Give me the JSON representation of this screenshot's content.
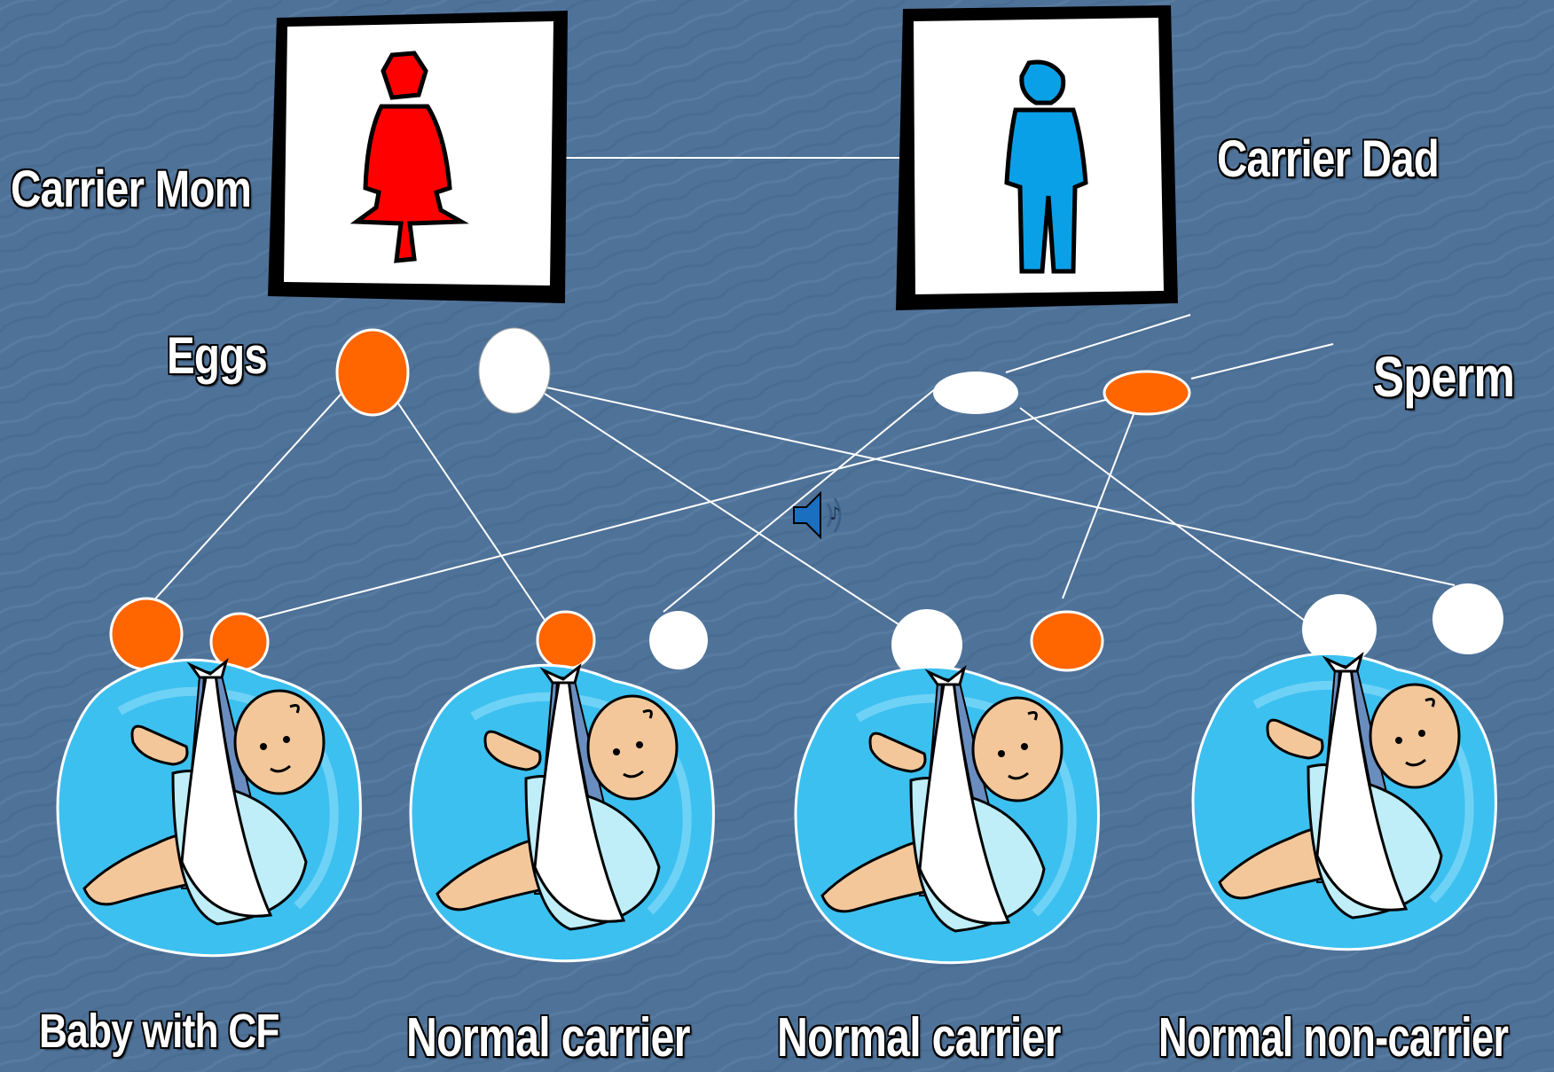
{
  "labels": {
    "mom": "Carrier Mom",
    "dad": "Carrier Dad",
    "eggs": "Eggs",
    "sperm": "Sperm",
    "baby1": "Baby with CF",
    "baby2": "Normal carrier",
    "baby3": "Normal carrier",
    "baby4": "Normal non-carrier"
  },
  "colors": {
    "background": "#4f7299",
    "mom_figure": "#ff0000",
    "dad_figure": "#0aa0e8",
    "cf_gene": "#ff6600",
    "normal_gene": "#ffffff",
    "baby_bubble": "#3cc0f0"
  },
  "icons": {
    "mom": "female-figure-icon",
    "dad": "male-figure-icon",
    "sound": "speaker-icon",
    "baby": "baby-in-sling-icon"
  }
}
